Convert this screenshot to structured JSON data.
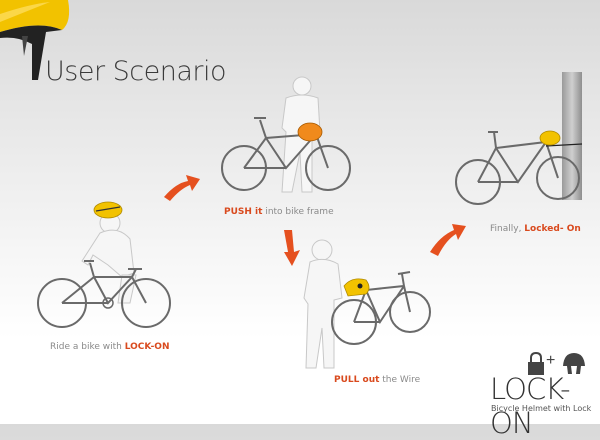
{
  "header": {
    "title": "User Scenario",
    "logo_icon": "helmet-icon"
  },
  "steps": [
    {
      "highlight": "",
      "pre": "Ride a bike with ",
      "post_highlight": "LOCK-ON",
      "after": ""
    },
    {
      "highlight": "PUSH it",
      "after": " into bike frame"
    },
    {
      "highlight": "PULL out",
      "after": " the Wire"
    },
    {
      "pre": "Finally, ",
      "post_highlight": "Locked- On"
    }
  ],
  "arrows": [
    "arrow-up-right",
    "arrow-down",
    "arrow-up-right"
  ],
  "brand": {
    "name": "LOCK-ON",
    "tagline": "Bicycle Helmet with Lock",
    "formula_plus": "+",
    "icons": [
      "padlock-icon",
      "helmet-icon"
    ]
  },
  "colors": {
    "accent": "#d94a1e",
    "helmet_yellow": "#f2c200",
    "text_gray": "#8a8a8a",
    "bike_gray": "#6a6a6a"
  }
}
